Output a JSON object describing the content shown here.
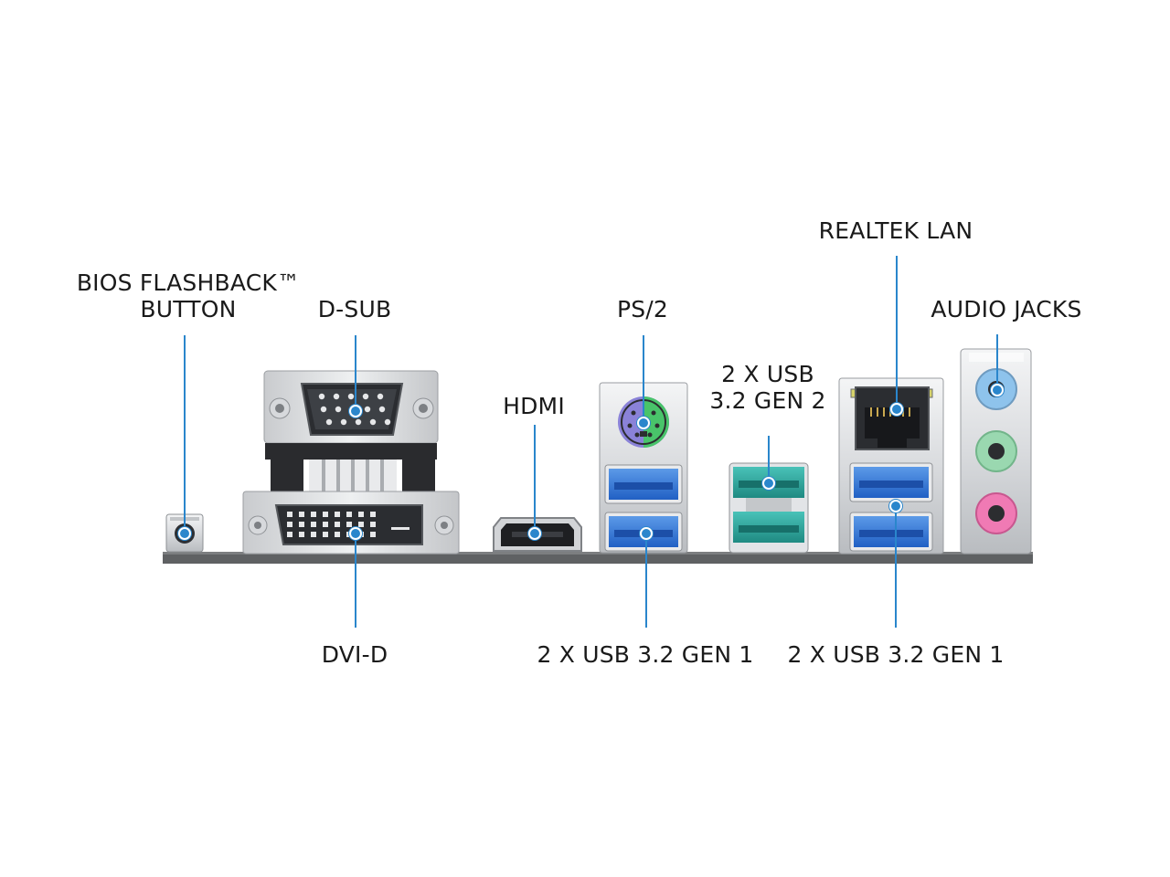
{
  "labels": {
    "bios_flashback": {
      "line1": "BIOS FLASHBACK™",
      "line2": "BUTTON"
    },
    "dsub": "D-SUB",
    "dvid": "DVI-D",
    "hdmi": "HDMI",
    "ps2": "PS/2",
    "usb_gen1_left": "2 X USB 3.2 GEN 1",
    "usb_gen2": {
      "line1": "2 X USB",
      "line2": "3.2 GEN 2"
    },
    "realtek_lan": "REALTEK LAN",
    "audio_jacks": "AUDIO JACKS",
    "usb_gen1_right": "2 X USB 3.2 GEN 1"
  },
  "colors": {
    "leader": "#2a86cc",
    "usb_gen1_blue": "#2f6fd0",
    "usb_gen2_teal": "#2aa39a",
    "ps2_purple": "#8a82d8",
    "ps2_green": "#49c46a",
    "audio_blue": "#8ec3ec",
    "audio_green": "#9ad8b0",
    "audio_pink": "#f07ab4",
    "io_plate": "#5f6163"
  }
}
